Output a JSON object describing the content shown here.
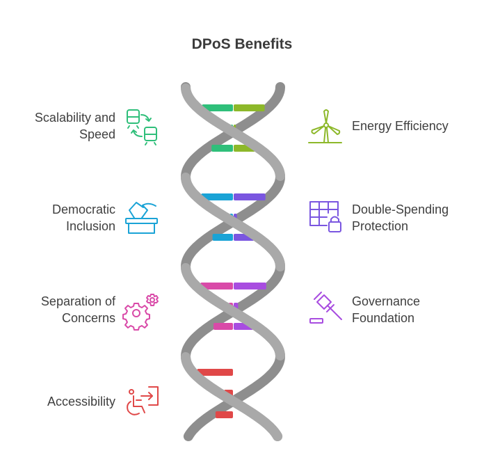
{
  "title": "DPoS Benefits",
  "benefits": [
    {
      "label": "Scalability and\nSpeed",
      "icon": "trains-exchange-icon",
      "color": "#2fbf7a"
    },
    {
      "label": "Energy Efficiency",
      "icon": "wind-turbine-icon",
      "color": "#8db82a"
    },
    {
      "label": "Democratic\nInclusion",
      "icon": "ballot-box-icon",
      "color": "#1aa3d6"
    },
    {
      "label": "Double-Spending\nProtection",
      "icon": "ledger-lock-icon",
      "color": "#7a56e0"
    },
    {
      "label": "Separation of\nConcerns",
      "icon": "gears-icon",
      "color": "#d94aa8"
    },
    {
      "label": "Governance\nFoundation",
      "icon": "gavel-icon",
      "color": "#a84de0"
    },
    {
      "label": "Accessibility",
      "icon": "accessibility-exit-icon",
      "color": "#e04848"
    }
  ],
  "colors": {
    "strand": "#a9a9a9",
    "strand_shadow": "#8e8e8e",
    "title": "#3b3b3b",
    "text": "#3f3f3f"
  }
}
